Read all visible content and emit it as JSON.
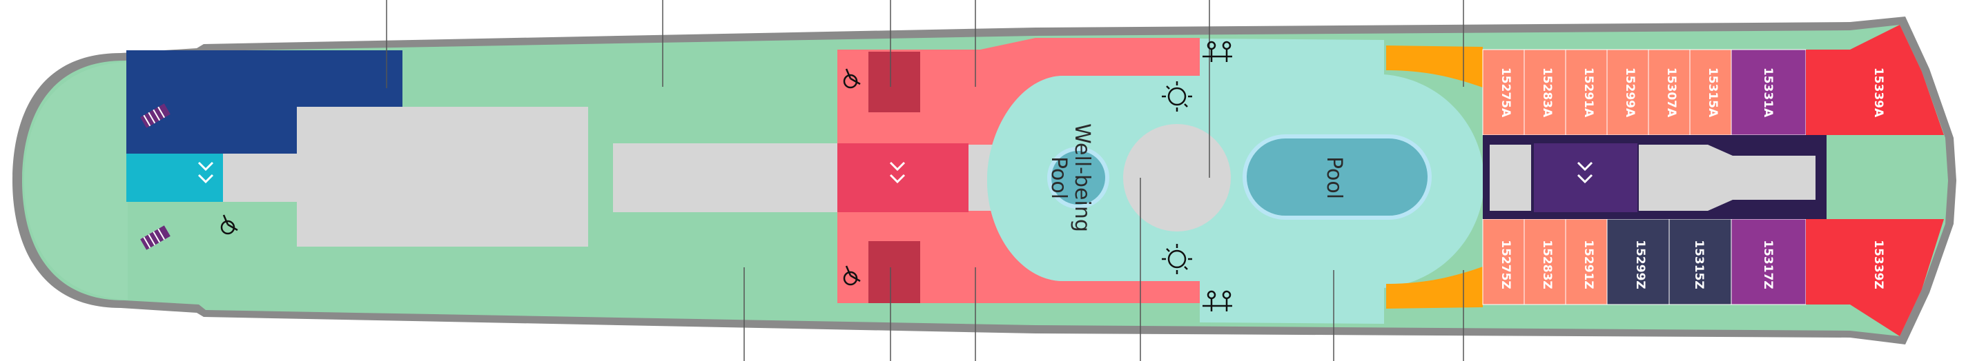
{
  "pools": {
    "wellbeing": "Well-being Pool",
    "wellbeing_line1": "Well-being",
    "wellbeing_line2": "Pool",
    "main": "Pool"
  },
  "cabins": {
    "top": [
      "15275A",
      "15283A",
      "15291A",
      "15299A",
      "15307A",
      "15315A",
      "15331A",
      "15339A"
    ],
    "bottom": [
      "15275Z",
      "15283Z",
      "15291Z",
      "15299Z",
      "15315Z",
      "15317Z",
      "15339Z"
    ]
  },
  "icons": [
    "sunbed-icon",
    "accessible-icon",
    "sun-icon",
    "restroom-icon",
    "elevator-icon",
    "family-icon"
  ],
  "colors": {
    "hull": "#8a8a8a",
    "deck_green": "#93d5ad",
    "navy": "#1d428a",
    "cyan": "#16b7cd",
    "grey": "#d6d6d6",
    "coral": "#ff737a",
    "crimson": "#eb4160",
    "dark_red": "#be3449",
    "mint": "#a6e5da",
    "teal": "#62b4c1",
    "orange": "#ffa20a",
    "salmon": "#ff8a70",
    "purple": "#8f3692",
    "dark_slate": "#383c5e",
    "red": "#f6343f",
    "indigo": "#2d1e51",
    "violet": "#4d2a76"
  }
}
